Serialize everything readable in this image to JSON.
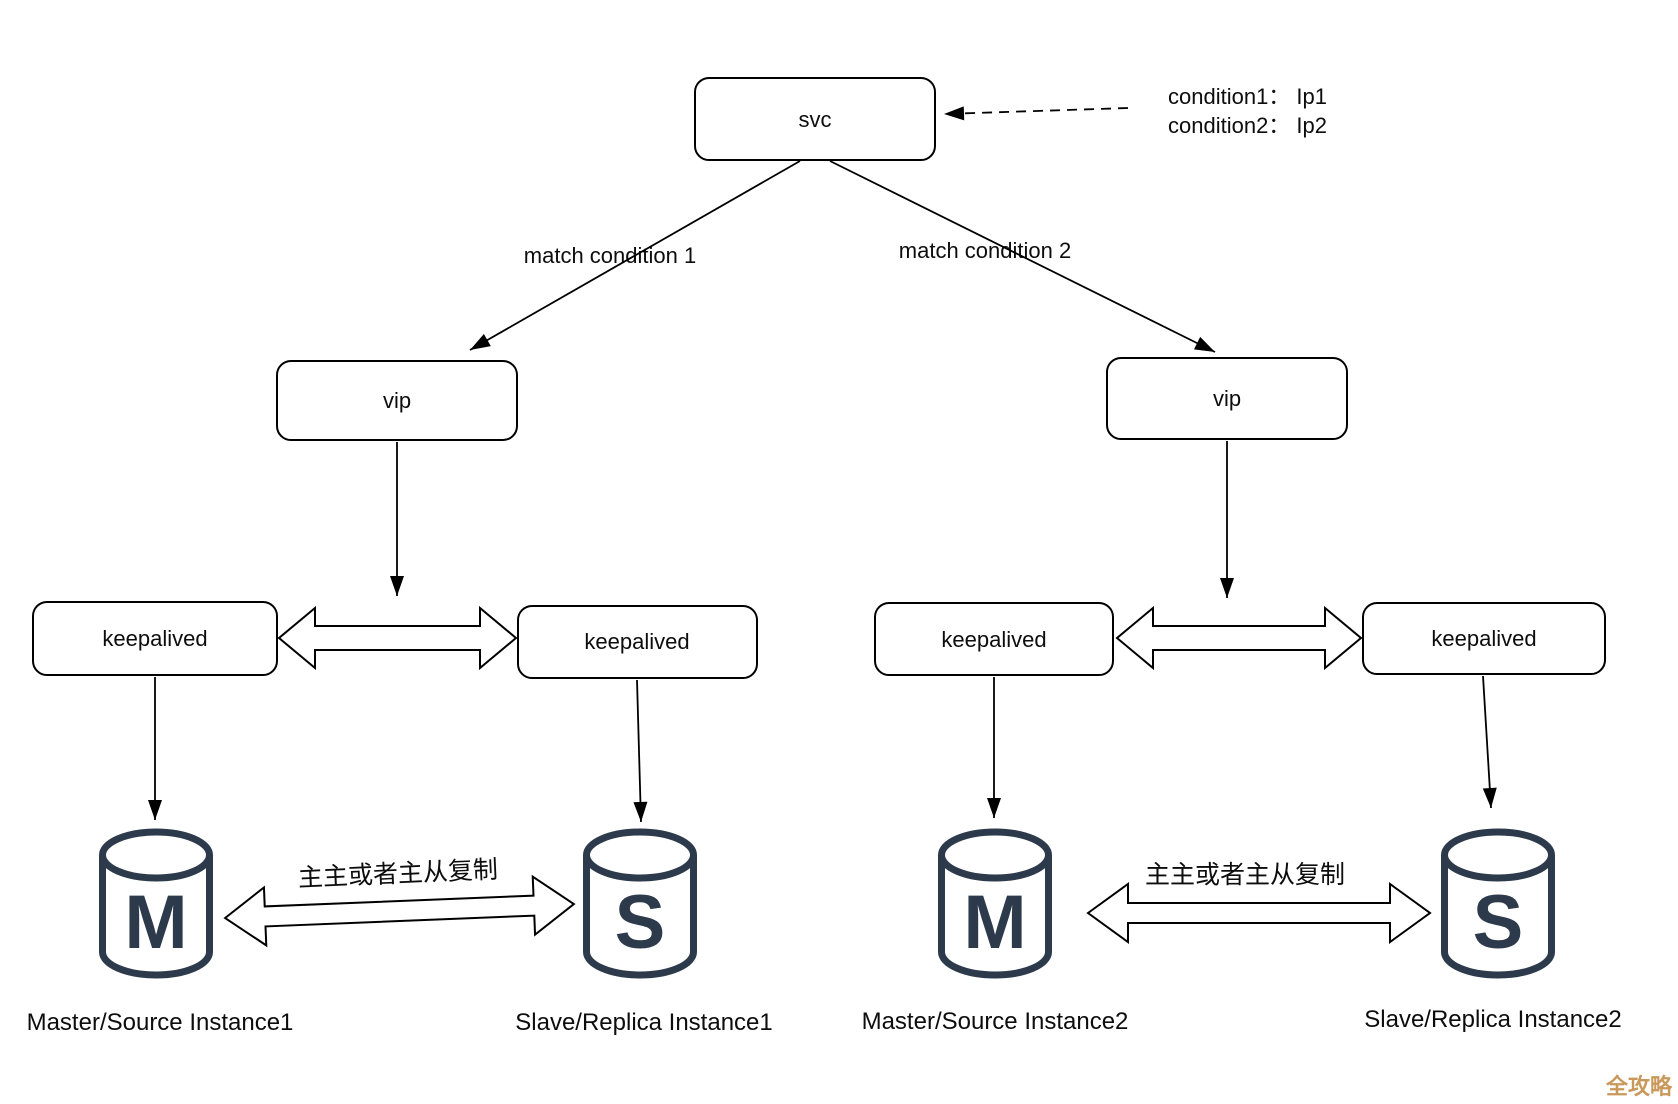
{
  "diagram": {
    "svc_label": "svc",
    "annotation": {
      "line1": "condition1： Ip1",
      "line2": "condition2： Ip2"
    },
    "edge_labels": {
      "match1": "match condition 1",
      "match2": "match condition 2"
    },
    "vip": {
      "left": "vip",
      "right": "vip"
    },
    "keepalived": {
      "k1": "keepalived",
      "k2": "keepalived",
      "k3": "keepalived",
      "k4": "keepalived"
    },
    "replication": {
      "left": "主主或者主从复制",
      "right": "主主或者主从复制"
    },
    "databases": {
      "m1": "M",
      "s1": "S",
      "m2": "M",
      "s2": "S"
    },
    "instance_labels": {
      "m1": "Master/Source Instance1",
      "s1": "Slave/Replica Instance1",
      "m2": "Master/Source Instance2",
      "s2": "Slave/Replica Instance2"
    },
    "watermark": "全攻略",
    "colors": {
      "background": "#ffffff",
      "line": "#000000",
      "db": "#2d3a4c",
      "watermark": "#c9995c"
    }
  }
}
